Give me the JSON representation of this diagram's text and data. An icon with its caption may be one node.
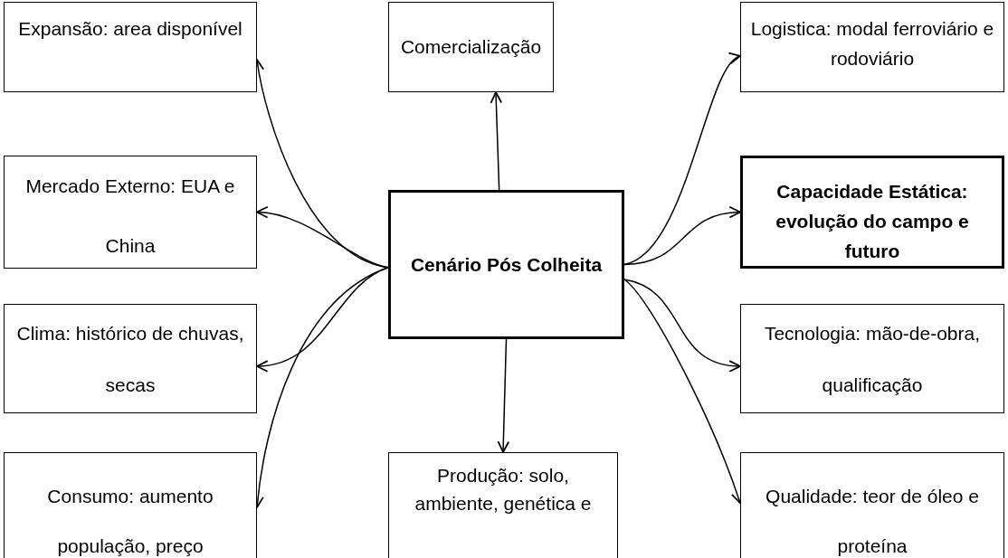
{
  "diagram": {
    "nodes": [
      {
        "text": [
          "Expansão: area disponível"
        ]
      },
      {
        "text": [
          "Comercialização"
        ]
      },
      {
        "text": [
          "Logistica: modal ferroviário e rodoviário"
        ]
      },
      {
        "text": [
          "Mercado Externo: EUA e China"
        ]
      },
      {
        "text": [
          "Cenário Pós Colheita"
        ]
      },
      {
        "text": [
          "Capacidade Estática: evolução do campo e futuro"
        ]
      },
      {
        "text": [
          "Clima: histórico de chuvas, secas"
        ]
      },
      {
        "text": [
          "Tecnologia: mão-de-obra, qualificação"
        ]
      },
      {
        "text": [
          "Consumo: aumento população, preço"
        ]
      },
      {
        "text": [
          "Produção: solo, ambiente, genética e"
        ]
      },
      {
        "text": [
          "Qualidade: teor de óleo e proteína"
        ]
      }
    ],
    "edges": [
      {
        "from": 4,
        "to": 0,
        "arrow": "to"
      },
      {
        "from": 4,
        "to": 1,
        "arrow": "to"
      },
      {
        "from": 4,
        "to": 2,
        "arrow": "to"
      },
      {
        "from": 4,
        "to": 3,
        "arrow": "to"
      },
      {
        "from": 4,
        "to": 5,
        "arrow": "to"
      },
      {
        "from": 4,
        "to": 6,
        "arrow": "to"
      },
      {
        "from": 4,
        "to": 7,
        "arrow": "to"
      },
      {
        "from": 4,
        "to": 8,
        "arrow": "to"
      },
      {
        "from": 4,
        "to": 9,
        "arrow": "to"
      },
      {
        "from": 4,
        "to": 10,
        "arrow": "to"
      }
    ]
  }
}
